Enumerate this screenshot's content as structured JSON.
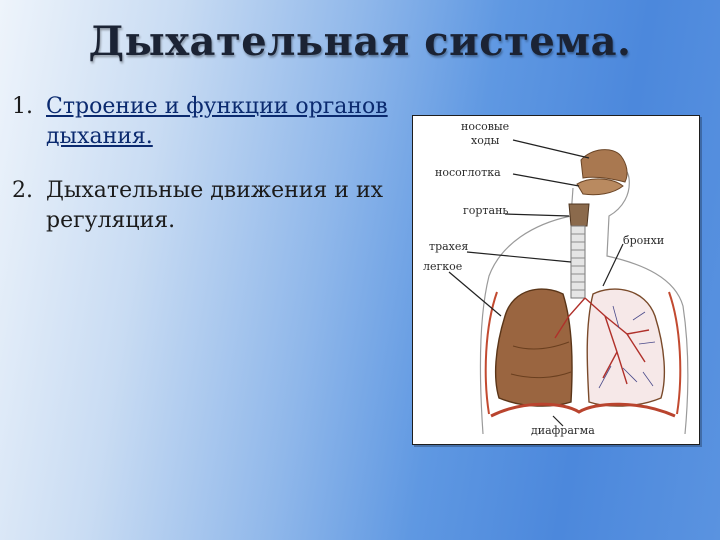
{
  "slide": {
    "title": "Дыхательная система.",
    "topics": [
      {
        "number": "1.",
        "text": "Строение и функции органов дыхания.",
        "linked": true
      },
      {
        "number": "2.",
        "text": "Дыхательные движения и их регуляция.",
        "linked": false
      }
    ]
  },
  "figure": {
    "labels": {
      "nasal_passages_1": "носовые",
      "nasal_passages_2": "ходы",
      "nasopharynx": "носоглотка",
      "larynx": "гортань",
      "bronchi": "бронхи",
      "trachea": "трахея",
      "lung": "легкое",
      "diaphragm": "диафрагма"
    }
  }
}
